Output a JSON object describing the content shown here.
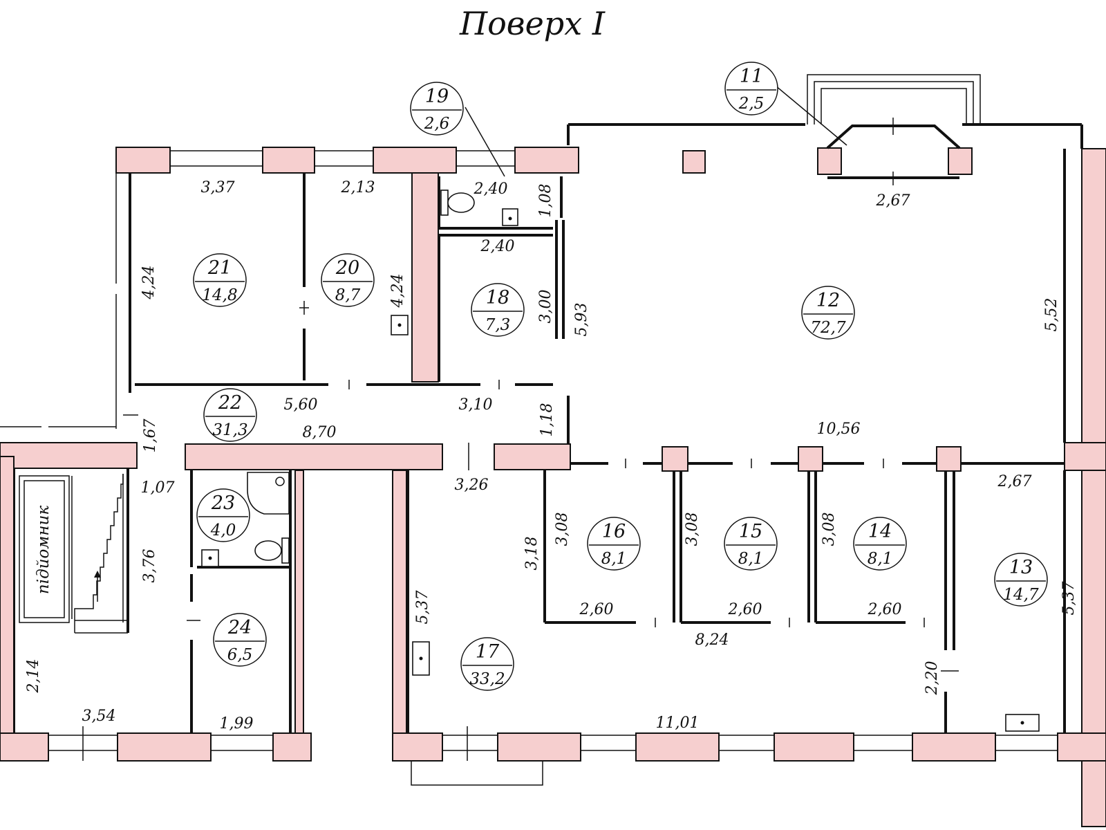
{
  "title": "Поверх I",
  "lift_label": "підйомник",
  "rooms": [
    {
      "number": "11",
      "area": "2,5"
    },
    {
      "number": "12",
      "area": "72,7"
    },
    {
      "number": "13",
      "area": "14,7"
    },
    {
      "number": "14",
      "area": "8,1"
    },
    {
      "number": "15",
      "area": "8,1"
    },
    {
      "number": "16",
      "area": "8,1"
    },
    {
      "number": "17",
      "area": "33,2"
    },
    {
      "number": "18",
      "area": "7,3"
    },
    {
      "number": "19",
      "area": "2,6"
    },
    {
      "number": "20",
      "area": "8,7"
    },
    {
      "number": "21",
      "area": "14,8"
    },
    {
      "number": "22",
      "area": "31,3"
    },
    {
      "number": "23",
      "area": "4,0"
    },
    {
      "number": "24",
      "area": "6,5"
    }
  ],
  "dimensions": [
    "3,37",
    "2,13",
    "2,40",
    "1,08",
    "2,67",
    "4,24",
    "4,24",
    "2,40",
    "3,00",
    "5,93",
    "5,52",
    "5,60",
    "3,10",
    "8,70",
    "1,18",
    "1,67",
    "10,56",
    "3,26",
    "1,07",
    "3,76",
    "3,08",
    "3,18",
    "3,08",
    "3,08",
    "2,67",
    "5,37",
    "2,60",
    "2,60",
    "2,60",
    "8,24",
    "5,37",
    "2,20",
    "2,14",
    "3,54",
    "1,99",
    "11,01"
  ],
  "colors": {
    "wall_fill": "#f6cfcf",
    "line": "#111111",
    "background": "#ffffff"
  },
  "icons": [
    "toilet-icon",
    "sink-icon",
    "shower-icon",
    "stair-arrow-icon"
  ]
}
